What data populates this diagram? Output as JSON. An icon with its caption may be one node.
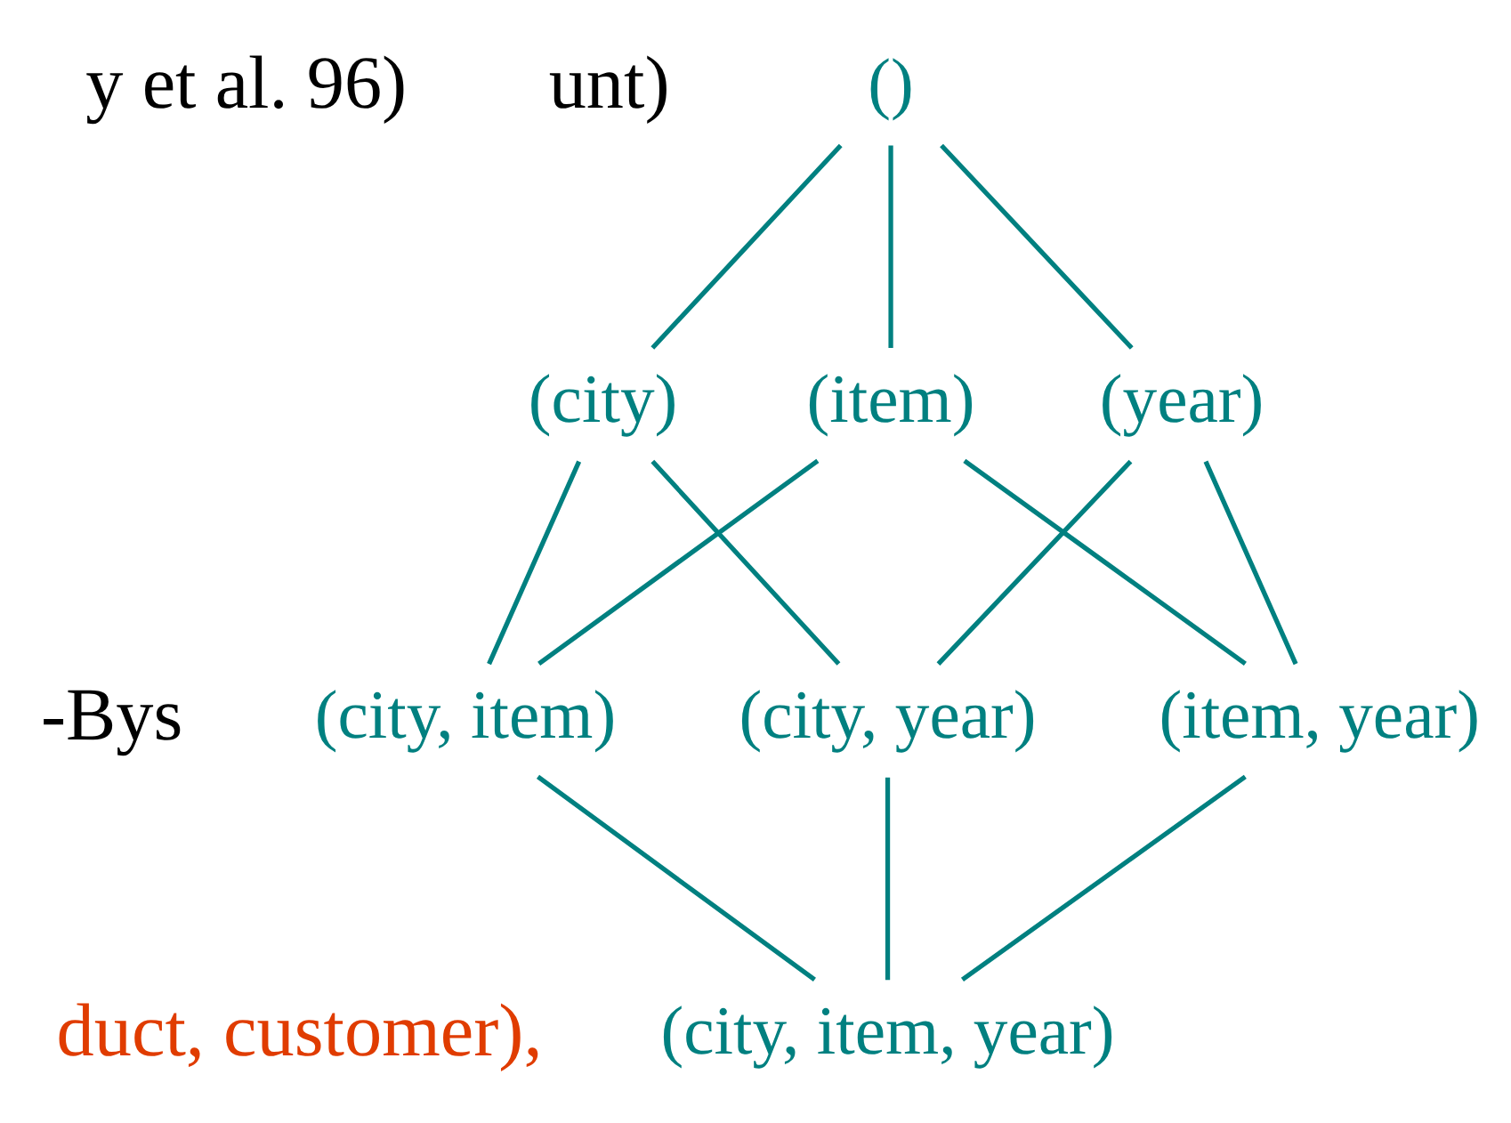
{
  "diagram": {
    "nodes": [
      {
        "text": [
          "()"
        ]
      },
      {
        "text": [
          "(city)"
        ]
      },
      {
        "text": [
          "(item)"
        ]
      },
      {
        "text": [
          "(year)"
        ]
      },
      {
        "text": [
          "(city, item)"
        ]
      },
      {
        "text": [
          "(city, year)"
        ]
      },
      {
        "text": [
          "(item, year)"
        ]
      },
      {
        "text": [
          "(city, item, year)"
        ]
      }
    ],
    "edges": [
      {
        "from": 0,
        "to": 1,
        "arrow": "none"
      },
      {
        "from": 0,
        "to": 2,
        "arrow": "none"
      },
      {
        "from": 0,
        "to": 3,
        "arrow": "none"
      },
      {
        "from": 1,
        "to": 4,
        "arrow": "none"
      },
      {
        "from": 1,
        "to": 5,
        "arrow": "none"
      },
      {
        "from": 2,
        "to": 4,
        "arrow": "none"
      },
      {
        "from": 2,
        "to": 6,
        "arrow": "none"
      },
      {
        "from": 3,
        "to": 5,
        "arrow": "none"
      },
      {
        "from": 3,
        "to": 6,
        "arrow": "none"
      },
      {
        "from": 4,
        "to": 7,
        "arrow": "none"
      },
      {
        "from": 5,
        "to": 7,
        "arrow": "none"
      },
      {
        "from": 6,
        "to": 7,
        "arrow": "none"
      }
    ],
    "labels": [
      "y et al. 96)",
      "unt)",
      "-Bys",
      "duct, customer),"
    ]
  }
}
